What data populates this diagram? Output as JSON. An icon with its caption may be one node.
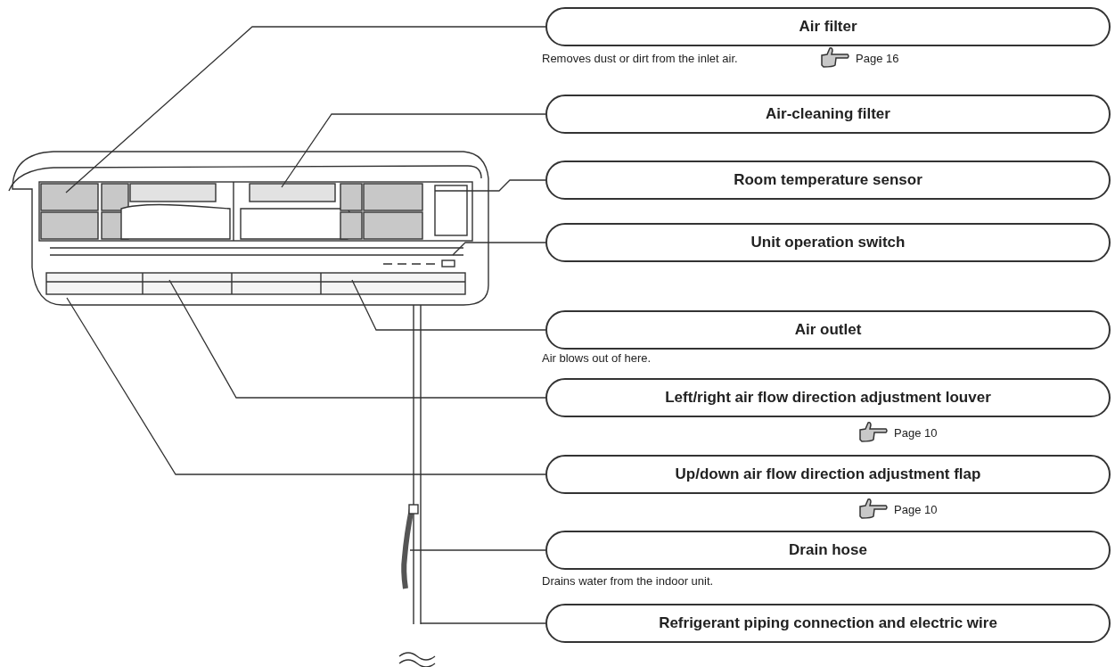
{
  "diagram": {
    "nodes": [
      {
        "text": [
          "Air filter"
        ],
        "beside": [
          "Removes dust or dirt from the inlet air.",
          "Page 16"
        ]
      },
      {
        "text": [
          "Air-cleaning filter"
        ]
      },
      {
        "text": [
          "Room temperature sensor"
        ]
      },
      {
        "text": [
          "Unit operation switch"
        ]
      },
      {
        "text": [
          "Air outlet"
        ],
        "beside": [
          "Air blows out of here."
        ]
      },
      {
        "text": [
          "Left/right air flow direction adjustment louver"
        ],
        "beside": [
          "Page 10"
        ]
      },
      {
        "text": [
          "Up/down air flow direction adjustment flap"
        ],
        "beside": [
          "Page 10"
        ]
      },
      {
        "text": [
          "Drain hose"
        ],
        "beside": [
          "Drains water from the indoor unit."
        ]
      },
      {
        "text": [
          "Refrigerant piping connection and electric wire"
        ]
      }
    ],
    "edges": [
      {
        "from": 0,
        "to": null,
        "arrow": "none"
      },
      {
        "from": 1,
        "to": null,
        "arrow": "none"
      },
      {
        "from": 2,
        "to": null,
        "arrow": "none"
      },
      {
        "from": 3,
        "to": null,
        "arrow": "none"
      },
      {
        "from": 4,
        "to": null,
        "arrow": "none"
      },
      {
        "from": 5,
        "to": null,
        "arrow": "none"
      },
      {
        "from": 6,
        "to": null,
        "arrow": "none"
      },
      {
        "from": 7,
        "to": null,
        "arrow": "none"
      },
      {
        "from": 8,
        "to": null,
        "arrow": "none"
      }
    ]
  }
}
